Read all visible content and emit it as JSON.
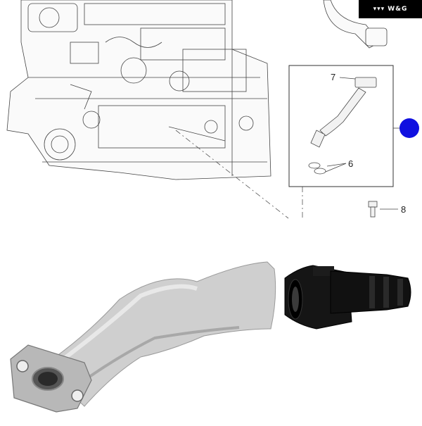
{
  "logo": {
    "text": "W&G"
  },
  "callouts": {
    "part_7": "7",
    "part_6": "6",
    "part_8": "8"
  },
  "colors": {
    "diagram_lines": "#444444",
    "pipe_body": "#cfcfcf",
    "connector": "#111111",
    "flange": "#b8b8b8",
    "marker_dot": "#1010e0"
  }
}
